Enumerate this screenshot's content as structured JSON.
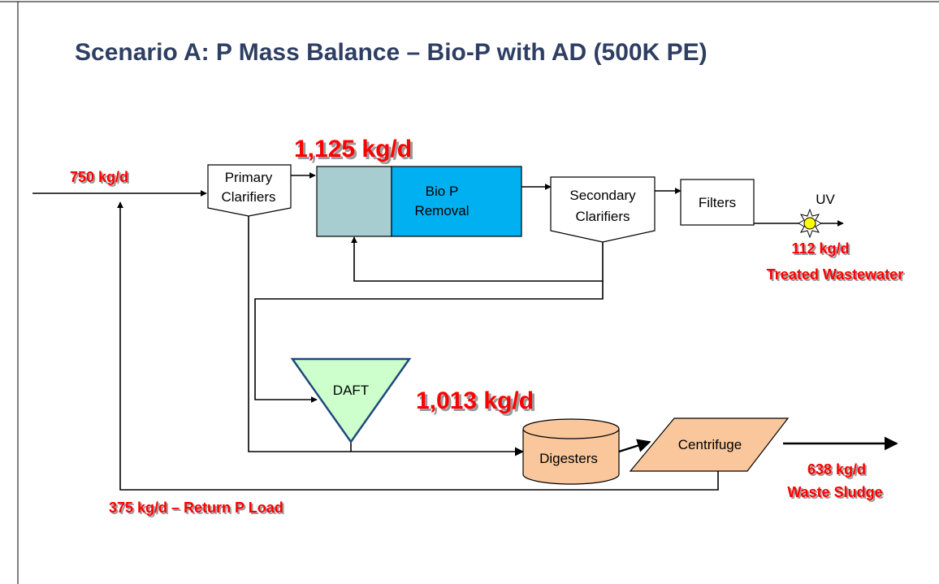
{
  "title": "Scenario A: P Mass Balance – Bio-P with AD (500K PE)",
  "units": {
    "primary_clarifiers": [
      "Primary",
      "Clarifiers"
    ],
    "bio_p": [
      "Bio P",
      "Removal"
    ],
    "secondary_clarifiers": [
      "Secondary",
      "Clarifiers"
    ],
    "filters": "Filters",
    "uv": "UV",
    "daft": "DAFT",
    "digesters": "Digesters",
    "centrifuge": "Centrifuge"
  },
  "loads": {
    "influent": "750 kg/d",
    "bioreactor": "1,125 kg/d",
    "digester_feed": "1,013 kg/d",
    "treated": "112 kg/d",
    "treated_label": "Treated Wastewater",
    "sludge": "638 kg/d",
    "sludge_label": "Waste Sludge",
    "return": "375 kg/d – Return P Load"
  },
  "colors": {
    "title": "#2E3F63",
    "highlight": "#FF0000",
    "anoxic_zone": "#A7CDD1",
    "bio_p_zone": "#00B0F0",
    "daft": "#CCFFCC",
    "daft_border": "#1F497D",
    "sludge_units": "#F9C79B",
    "uv_lamp": "#FFFF00"
  }
}
